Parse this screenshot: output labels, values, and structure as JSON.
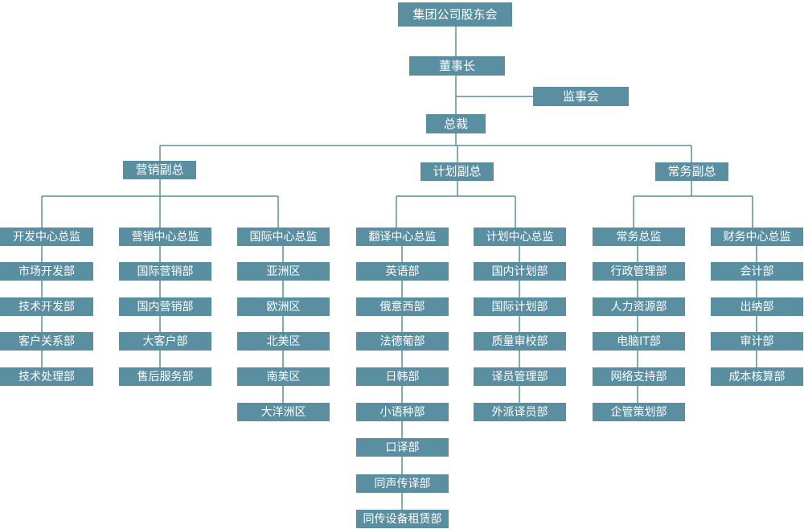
{
  "colors": {
    "box": "#5a8ea1",
    "line": "#5a8ea1",
    "text": "#ffffff",
    "background": "#ffffff"
  },
  "top": {
    "shareholders": "集团公司股东会",
    "chairman": "董事长",
    "supervisory": "监事会",
    "president": "总裁"
  },
  "vps": [
    {
      "label": "营销副总",
      "directors": [
        {
          "label": "开发中心总监",
          "depts": [
            "市场开发部",
            "技术开发部",
            "客户关系部",
            "技术处理部"
          ]
        },
        {
          "label": "营销中心总监",
          "depts": [
            "国际营销部",
            "国内营销部",
            "大客户部",
            "售后服务部"
          ]
        },
        {
          "label": "国际中心总监",
          "depts": [
            "亚洲区",
            "欧洲区",
            "北美区",
            "南美区",
            "大洋洲区"
          ]
        }
      ]
    },
    {
      "label": "计划副总",
      "directors": [
        {
          "label": "翻译中心总监",
          "depts": [
            "英语部",
            "俄意西部",
            "法德葡部",
            "日韩部",
            "小语种部",
            "口译部",
            "同声传译部",
            "同传设备租赁部"
          ]
        },
        {
          "label": "计划中心总监",
          "depts": [
            "国内计划部",
            "国际计划部",
            "质量审校部",
            "译员管理部",
            "外派译员部"
          ]
        }
      ]
    },
    {
      "label": "常务副总",
      "directors": [
        {
          "label": "常务总监",
          "depts": [
            "行政管理部",
            "人力资源部",
            "电脑IT部",
            "网络支持部",
            "企管策划部"
          ]
        },
        {
          "label": "财务中心总监",
          "depts": [
            "会计部",
            "出纳部",
            "审计部",
            "成本核算部"
          ]
        }
      ]
    }
  ]
}
